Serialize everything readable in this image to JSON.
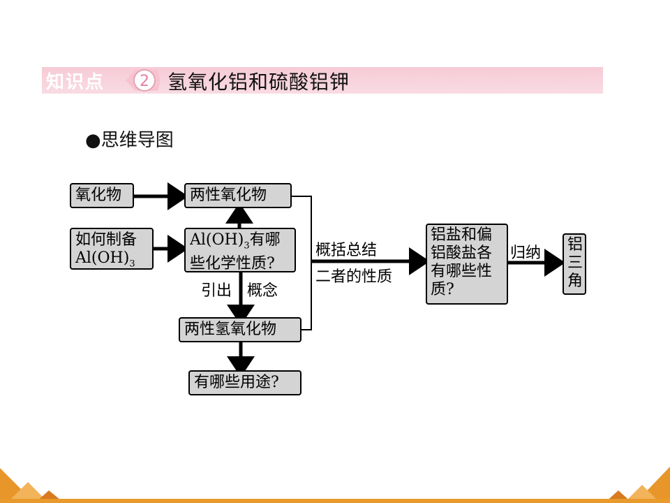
{
  "header": {
    "tag_label": "知识点",
    "tag_number": "2",
    "title": "氢氧化铝和硫酸铝钾"
  },
  "section": {
    "bullet": "●",
    "title": "思维导图"
  },
  "map": {
    "oxide": "氧化物",
    "amphoteric_oxide": "两性氧化物",
    "prepare_line1": "如何制备",
    "prepare_line2": "Al(OH)",
    "prepare_sub": "3",
    "props_chem": "Al(OH)",
    "props_sub": "3",
    "props_line1_tail": "有哪",
    "props_line2": "些化学性质?",
    "intro_label": "引出",
    "concept_label": "概念",
    "amphoteric_hydroxide": "两性氢氧化物",
    "uses": "有哪些用途?",
    "summary_line1": "概括总结",
    "summary_line2": "二者的性质",
    "salts_lines": [
      "铝盐和偏",
      "铝酸盐各",
      "有哪些性",
      "质?"
    ],
    "induce_label": "归纳",
    "triangle_lines": [
      "铝",
      "三",
      "角"
    ]
  },
  "colors": {
    "header_band": "#f6cbd6",
    "box_fill": "#d4d4d4",
    "accent": "#e89a2c"
  }
}
